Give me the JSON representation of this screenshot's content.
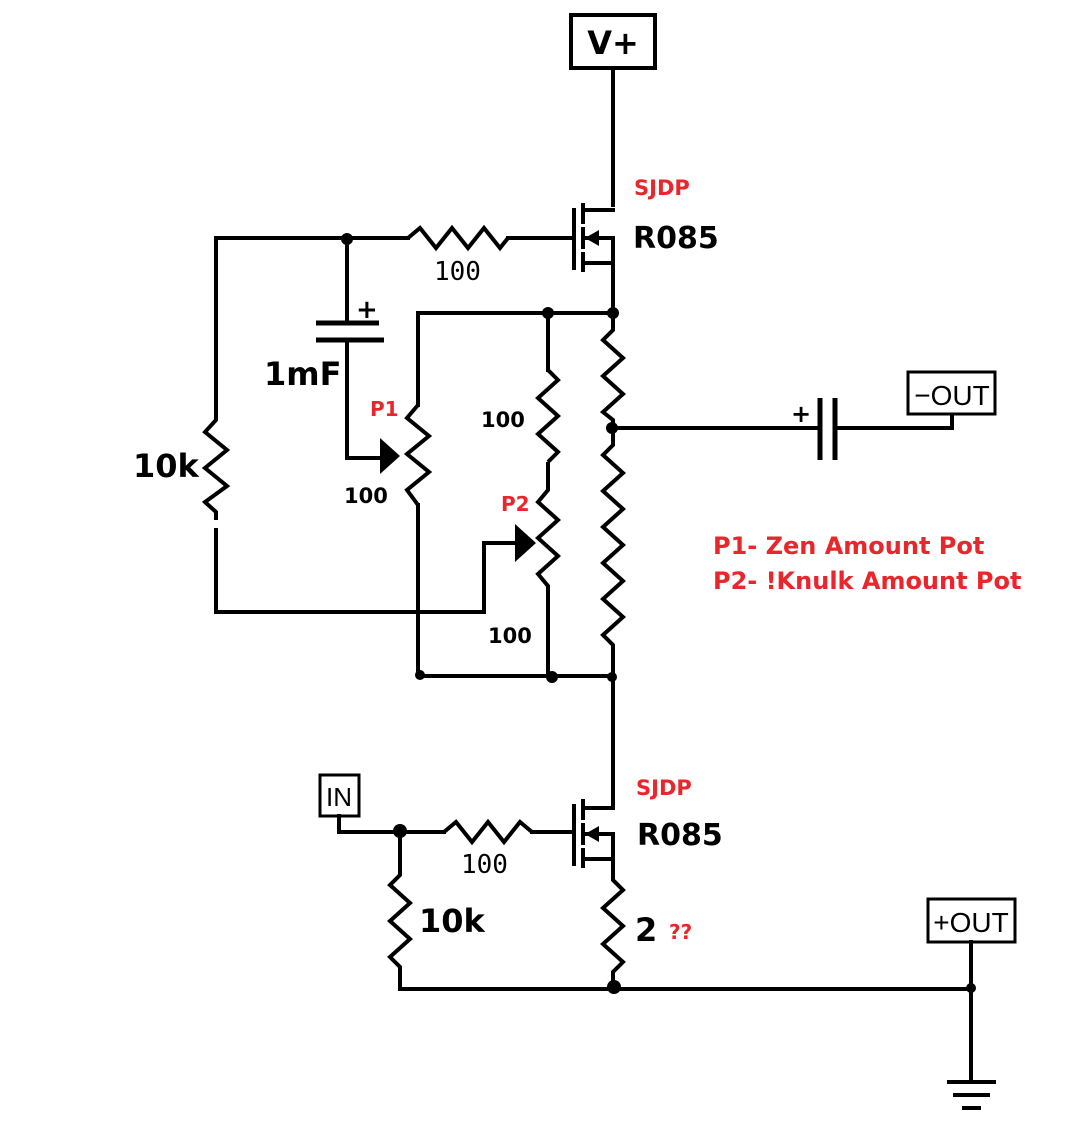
{
  "terminals": {
    "vplus": "V+",
    "neg_out": "−OUT",
    "in": "IN",
    "pos_out": "+OUT"
  },
  "top_fet": {
    "brand": "SJDP",
    "part": "R085"
  },
  "bottom_fet": {
    "brand": "SJDP",
    "part": "R085"
  },
  "components": {
    "gate_resistor_top": "100",
    "capacitor": "1mF",
    "capacitor_polarity": "+",
    "bias_resistor_left": "10k",
    "pot_p1_name": "P1",
    "pot_p1_value": "100",
    "resistor_mid": "100",
    "pot_p2_name": "P2",
    "pot_p2_value": "100",
    "gate_resistor_bottom": "100",
    "input_resistor": "10k",
    "source_resistor": "2",
    "source_resistor_note": "??",
    "output_cap_polarity": "+"
  },
  "legend": {
    "line1": "P1- Zen Amount Pot",
    "line2": "P2- !Knulk Amount Pot"
  },
  "colors": {
    "wire": "#000000",
    "annotation": "#e8262b"
  }
}
